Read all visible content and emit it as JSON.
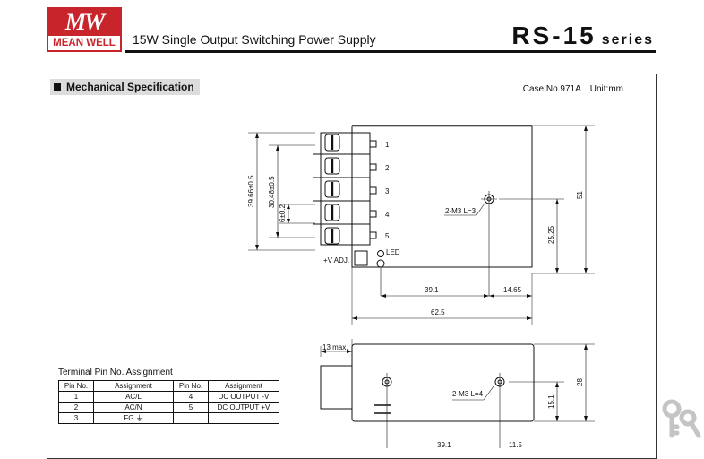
{
  "header": {
    "logo_mark": "MW",
    "logo_text": "MEAN WELL",
    "subtitle": "15W Single Output Switching Power Supply",
    "model": "RS-15",
    "suffix": "series"
  },
  "section": {
    "title": "Mechanical Specification",
    "case_no": "Case No.971A",
    "unit": "Unit:mm"
  },
  "top_view": {
    "pin_numbers": [
      "1",
      "2",
      "3",
      "4",
      "5"
    ],
    "dims": {
      "overall_pitch": "39.66±0.5",
      "inner_pitch": "30.48±0.5",
      "pin_pitch": "6±0.2",
      "hole_label": "2-M3 L=3",
      "height": "51",
      "hole_y": "25.25",
      "hole_x": "39.1",
      "hole_x2": "14.65",
      "length": "62.5"
    },
    "labels": {
      "led": "LED",
      "vadj": "+V ADJ."
    }
  },
  "side_view": {
    "dims": {
      "overhang": "13 max.",
      "hole_label": "2-M3 L=4",
      "height": "28",
      "hole_z": "15.1",
      "hole_x": "39.1",
      "hole_x2": "11.5"
    }
  },
  "pin_table": {
    "title": "Terminal Pin No.  Assignment",
    "headers": [
      "Pin No.",
      "Assignment",
      "Pin No.",
      "Assignment"
    ],
    "rows": [
      [
        "1",
        "AC/L",
        "4",
        "DC OUTPUT -V"
      ],
      [
        "2",
        "AC/N",
        "5",
        "DC OUTPUT +V"
      ],
      [
        "3",
        "FG ⏚",
        "",
        ""
      ]
    ]
  },
  "icons": {
    "watermark": "keys-icon"
  },
  "colors": {
    "brand_red": "#c8242b",
    "label_bg": "#dcdcdc",
    "line": "#111111"
  }
}
